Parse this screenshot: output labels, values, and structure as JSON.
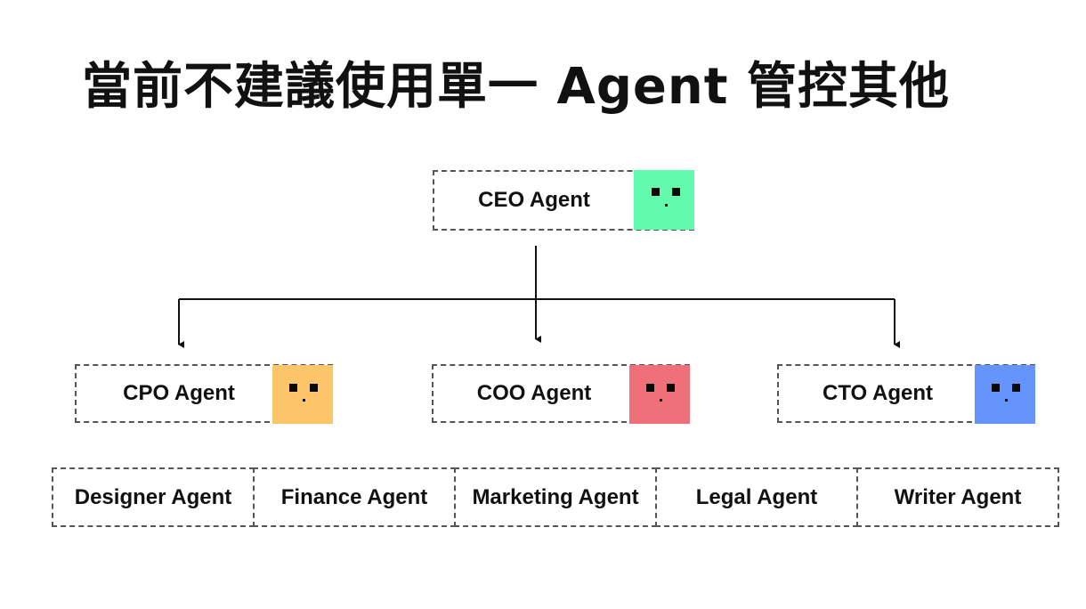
{
  "title": "當前不建議使用單一 Agent 管控其他",
  "ceo": {
    "label": "CEO Agent",
    "avatar_color": "#62fbae",
    "avatar_icon": "robot-face-icon"
  },
  "managers": [
    {
      "label": "CPO Agent",
      "avatar_color": "#fdc56a",
      "avatar_icon": "robot-face-icon"
    },
    {
      "label": "COO Agent",
      "avatar_color": "#f07079",
      "avatar_icon": "robot-face-icon"
    },
    {
      "label": "CTO Agent",
      "avatar_color": "#6595fc",
      "avatar_icon": "robot-face-icon"
    }
  ],
  "workers": [
    {
      "label": "Designer Agent"
    },
    {
      "label": "Finance Agent"
    },
    {
      "label": "Marketing Agent"
    },
    {
      "label": "Legal Agent"
    },
    {
      "label": "Writer Agent"
    }
  ],
  "colors": {
    "connector": "#111111",
    "dashed_border": "#555555"
  }
}
